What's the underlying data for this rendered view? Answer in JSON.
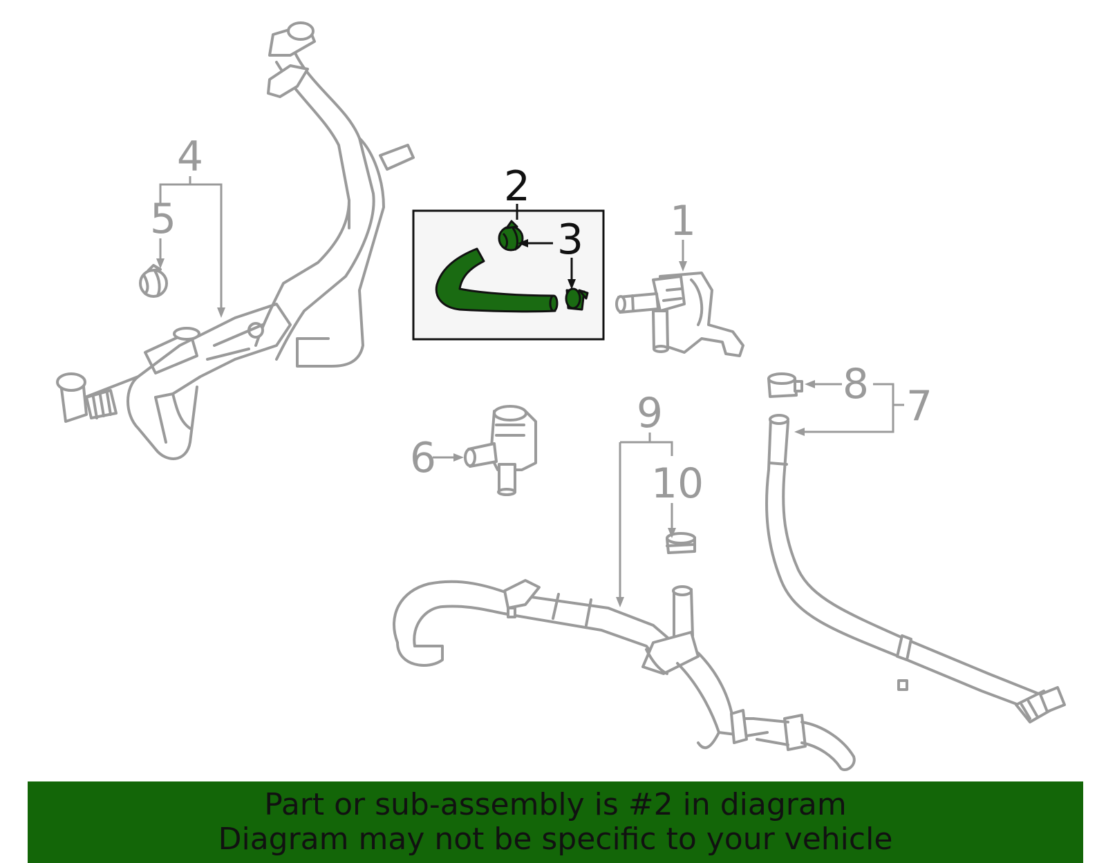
{
  "colors": {
    "highlight_part": "#1a6b12",
    "banner_background": "#136608",
    "inactive_parts": "#9a9a9a",
    "highlight_box_background": "#f6f6f6"
  },
  "callouts": {
    "c1": "1",
    "c2": "2",
    "c3": "3",
    "c4": "4",
    "c5": "5",
    "c6": "6",
    "c7": "7",
    "c8": "8",
    "c9": "9",
    "c10": "10"
  },
  "highlighted_callout": "2",
  "banner": {
    "line1": "Part or sub-assembly is #2 in diagram",
    "line2": "Diagram may not be specific to your vehicle"
  }
}
